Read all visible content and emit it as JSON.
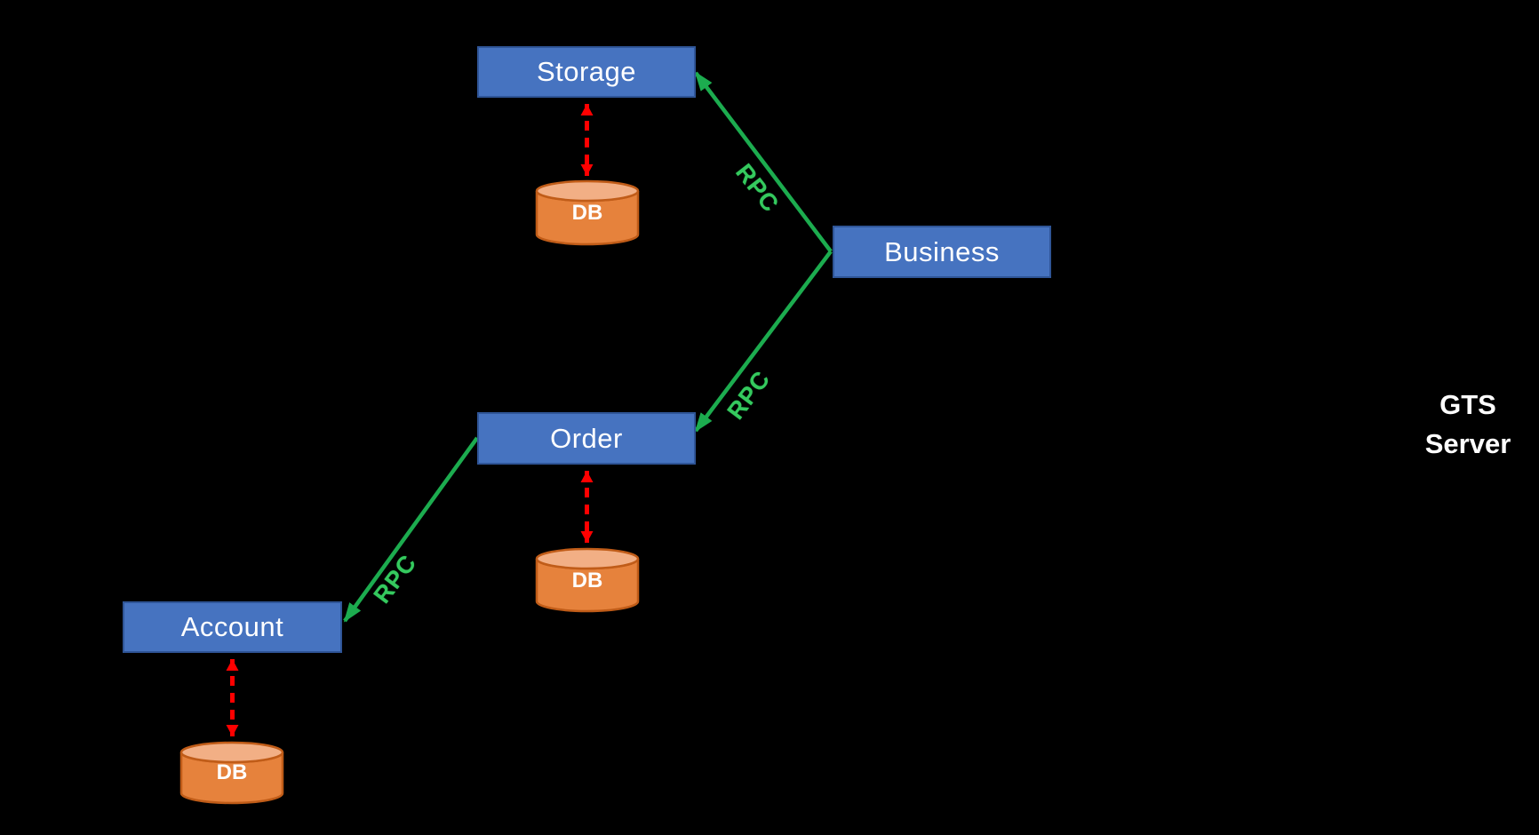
{
  "colors": {
    "background": "#000000",
    "node_fill": "#4673C0",
    "node_border": "#2F5597",
    "node_text": "#FFFFFF",
    "db_body_fill": "#E6823C",
    "db_top_fill": "#F2AF85",
    "db_border": "#C05C18",
    "db_text": "#FFFFFF",
    "rpc_arrow": "#1CAC4F",
    "rpc_text": "#35C95E",
    "db_link_arrow": "#FF0000",
    "annotation_text": "#FFFFFF"
  },
  "diagram": {
    "nodes": {
      "storage": {
        "label": "Storage"
      },
      "business": {
        "label": "Business"
      },
      "order": {
        "label": "Order"
      },
      "account": {
        "label": "Account"
      }
    },
    "databases": {
      "storage_db": {
        "label": "DB"
      },
      "order_db": {
        "label": "DB"
      },
      "account_db": {
        "label": "DB"
      }
    },
    "edges": {
      "business_to_storage": {
        "label": "RPC",
        "style": "green-solid-arrow"
      },
      "business_to_order": {
        "label": "RPC",
        "style": "green-solid-arrow"
      },
      "order_to_account": {
        "label": "RPC",
        "style": "green-solid-arrow"
      },
      "storage_db_link": {
        "style": "red-dashed-double-arrow"
      },
      "order_db_link": {
        "style": "red-dashed-double-arrow"
      },
      "account_db_link": {
        "style": "red-dashed-double-arrow"
      }
    },
    "annotations": {
      "gts_server": {
        "text": "GTS\nServer"
      }
    }
  }
}
